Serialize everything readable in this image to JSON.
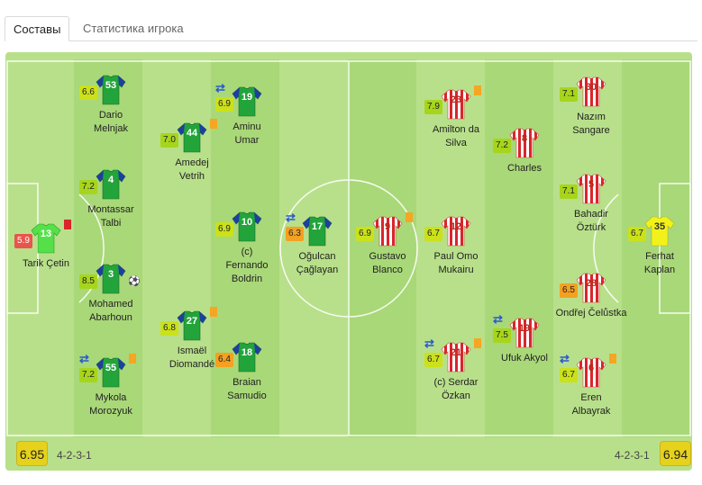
{
  "tabs": [
    {
      "label": "Составы",
      "active": true
    },
    {
      "label": "Статистика игрока",
      "active": false
    }
  ],
  "colors": {
    "pitch": "#b8e08a",
    "home_shirt": "#22a43a",
    "home_sleeves": "#1f3f9e",
    "away_shirt": "#ffffff",
    "away_stripes": "#d8262b",
    "keeper_home": "#55e04a",
    "keeper_away": "#f2f21a"
  },
  "home": {
    "rating": "6.95",
    "formation": "4-2-3-1",
    "players": [
      {
        "number": "13",
        "name": "Tarik Çetin",
        "rating": "5.9",
        "kit": "keeper-home",
        "card": "red"
      },
      {
        "number": "53",
        "name": "Dario\nMelnjak",
        "rating": "6.6",
        "kit": "home"
      },
      {
        "number": "4",
        "name": "Montassar\nTalbi",
        "rating": "7.2",
        "kit": "home"
      },
      {
        "number": "3",
        "name": "Mohamed\nAbarhoun",
        "rating": "8.5",
        "kit": "home",
        "goal": true
      },
      {
        "number": "55",
        "name": "Mykola\nMorozyuk",
        "rating": "7.2",
        "kit": "home",
        "sub": true,
        "card": "yellow"
      },
      {
        "number": "44",
        "name": "Amedej\nVetrih",
        "rating": "7.0",
        "kit": "home",
        "card": "yellow"
      },
      {
        "number": "27",
        "name": "Ismaël\nDiomandé",
        "rating": "6.8",
        "kit": "home",
        "card": "yellow"
      },
      {
        "number": "19",
        "name": "Aminu\nUmar",
        "rating": "6.9",
        "kit": "home",
        "sub": true
      },
      {
        "number": "10",
        "name": "(c)\nFernando\nBoldrin",
        "rating": "6.9",
        "kit": "home"
      },
      {
        "number": "18",
        "name": "Braian\nSamudio",
        "rating": "6.4",
        "kit": "home"
      },
      {
        "number": "17",
        "name": "Oğulcan\nÇağlayan",
        "rating": "6.3",
        "kit": "home",
        "sub": true
      }
    ]
  },
  "away": {
    "rating": "6.94",
    "formation": "4-2-3-1",
    "players": [
      {
        "number": "9",
        "name": "Gustavo\nBlanco",
        "rating": "6.9",
        "kit": "away",
        "card": "yellow"
      },
      {
        "number": "23",
        "name": "Amilton da\nSilva",
        "rating": "7.9",
        "kit": "away",
        "card": "yellow"
      },
      {
        "number": "12",
        "name": "Paul Omo\nMukairu",
        "rating": "6.7",
        "kit": "away"
      },
      {
        "number": "21",
        "name": "(c) Serdar\nÖzkan",
        "rating": "6.7",
        "kit": "away",
        "sub": true,
        "card": "yellow"
      },
      {
        "number": "8",
        "name": "Charles",
        "rating": "7.2",
        "kit": "away"
      },
      {
        "number": "19",
        "name": "Ufuk Akyol",
        "rating": "7.5",
        "kit": "away",
        "sub": true
      },
      {
        "number": "30",
        "name": "Nazım\nSangare",
        "rating": "7.1",
        "kit": "away"
      },
      {
        "number": "5",
        "name": "Bahadir\nÖztürk",
        "rating": "7.1",
        "kit": "away"
      },
      {
        "number": "28",
        "name": "Ondřej Čelůstka",
        "rating": "6.5",
        "kit": "away"
      },
      {
        "number": "6",
        "name": "Eren\nAlbayrak",
        "rating": "6.7",
        "kit": "away",
        "sub": true,
        "card": "yellow"
      },
      {
        "number": "35",
        "name": "Ferhat\nKaplan",
        "rating": "6.7",
        "kit": "keeper-away"
      }
    ]
  }
}
